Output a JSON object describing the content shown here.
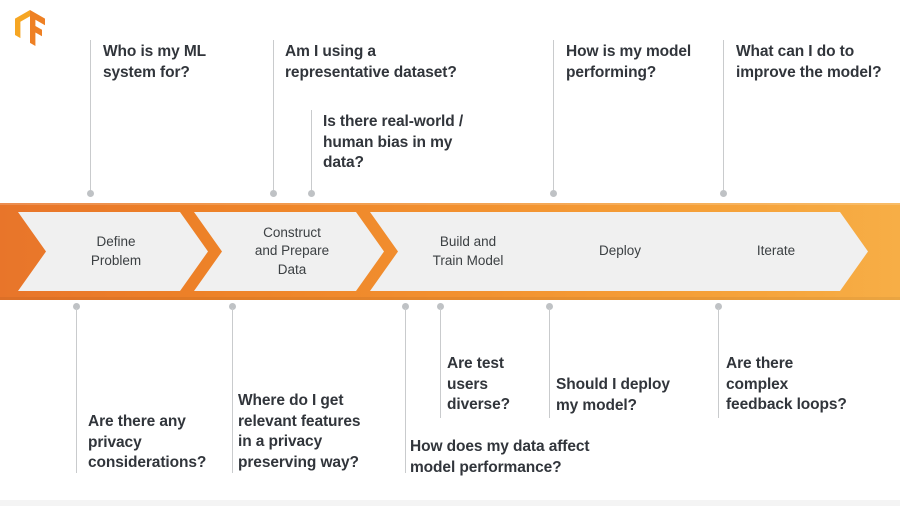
{
  "logo": {
    "name": "tensorflow-logo",
    "color_light": "#f5a623",
    "color_dark": "#ef7c22"
  },
  "theme": {
    "band_gradient_start": "#e8752a",
    "band_gradient_end": "#f7ae46",
    "chevron_fill": "#f0f0f0",
    "text_color": "#31353b",
    "connector_color": "#c9cbcd"
  },
  "band": {
    "stages": [
      {
        "label": "Define\nProblem",
        "name": "stage-define-problem"
      },
      {
        "label": "Construct\nand Prepare\nData",
        "name": "stage-construct-and-prepare-data"
      },
      {
        "label": "Build and\nTrain Model",
        "name": "stage-build-and-train-model"
      },
      {
        "label": "Deploy",
        "name": "stage-deploy"
      },
      {
        "label": "Iterate",
        "name": "stage-iterate"
      }
    ]
  },
  "questions_above": [
    {
      "id": "q-who-is-my-ml-system-for",
      "text": "Who is my ML\nsystem for?"
    },
    {
      "id": "q-am-i-using-representative-dataset",
      "text": "Am I using a\nrepresentative dataset?"
    },
    {
      "id": "q-real-world-human-bias",
      "text": "Is there real-world /\nhuman bias in my\ndata?"
    },
    {
      "id": "q-how-is-my-model-performing",
      "text": "How is my model\nperforming?"
    },
    {
      "id": "q-what-can-i-do-to-improve",
      "text": "What can I do to\nimprove the model?"
    }
  ],
  "questions_below": [
    {
      "id": "q-privacy-considerations",
      "text": "Are there any\nprivacy\nconsiderations?"
    },
    {
      "id": "q-relevant-features-privacy",
      "text": "Where do I get\nrelevant features\nin a privacy\npreserving way?"
    },
    {
      "id": "q-are-test-users-diverse",
      "text": "Are test\nusers\ndiverse?"
    },
    {
      "id": "q-data-affect-model-performance",
      "text": "How does my data affect\nmodel performance?"
    },
    {
      "id": "q-should-i-deploy-my-model",
      "text": "Should I deploy\nmy model?"
    },
    {
      "id": "q-complex-feedback-loops",
      "text": "Are there\ncomplex\nfeedback loops?"
    }
  ]
}
